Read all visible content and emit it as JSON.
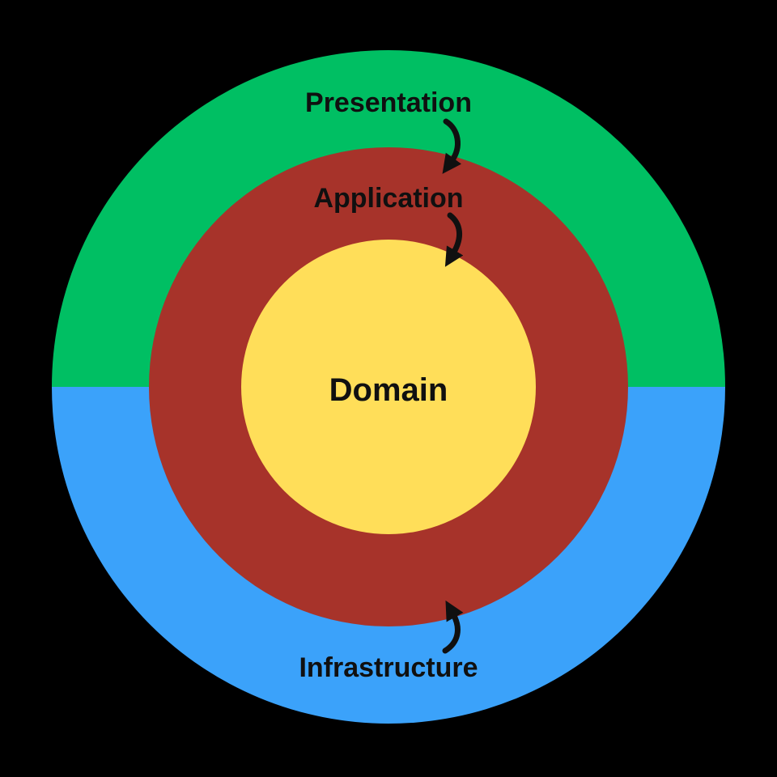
{
  "diagram": {
    "type": "onion-architecture-layers",
    "background": "#000000",
    "text_color": "#101010",
    "rings": [
      {
        "name": "outer",
        "segments": [
          {
            "label": "Presentation",
            "position": "top-half",
            "color": "#00BF63"
          },
          {
            "label": "Infrastructure",
            "position": "bottom-half",
            "color": "#3BA2FA"
          }
        ]
      },
      {
        "name": "middle",
        "label": "Application",
        "color": "#A7332A"
      },
      {
        "name": "inner",
        "label": "Domain",
        "color": "#FFDE59"
      }
    ],
    "arrows": [
      {
        "from": "Presentation",
        "to": "Application",
        "direction": "down"
      },
      {
        "from": "Application",
        "to": "Domain",
        "direction": "down"
      },
      {
        "from": "Infrastructure",
        "to": "Application",
        "direction": "up"
      }
    ]
  }
}
